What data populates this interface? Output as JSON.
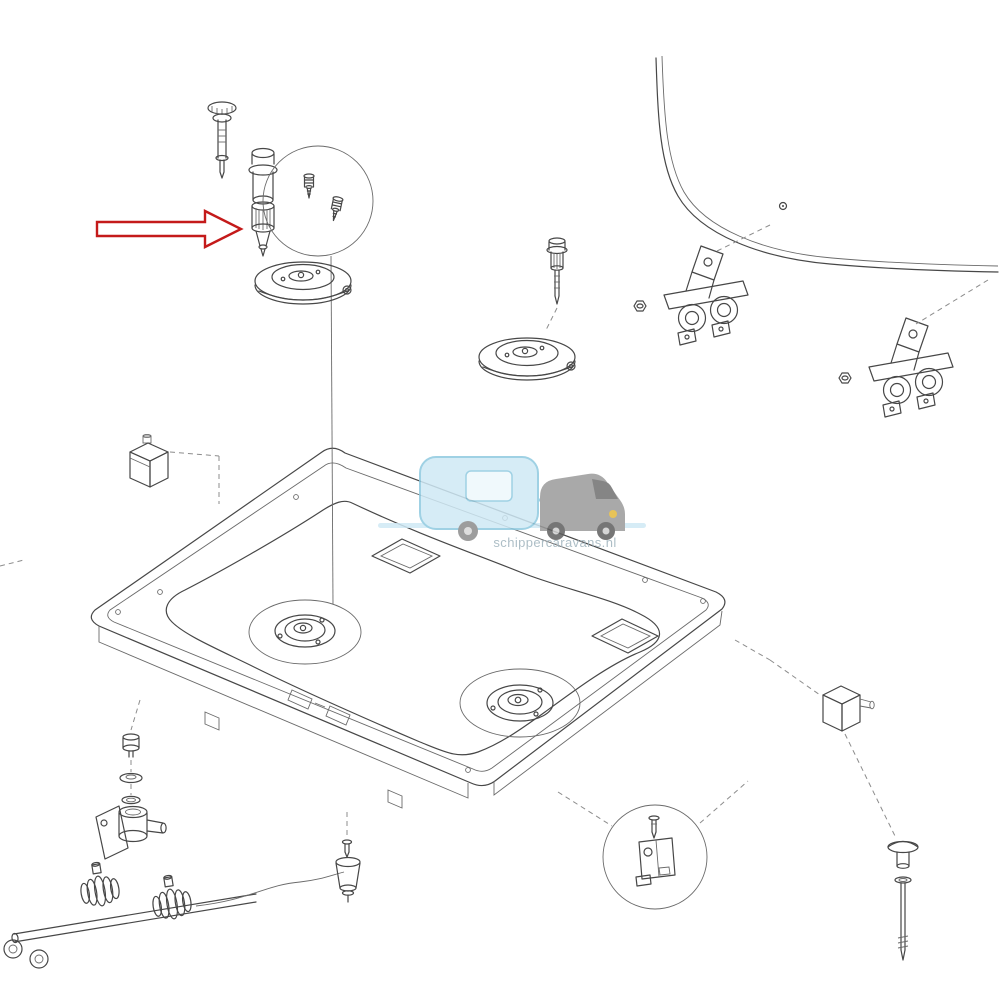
{
  "watermark": {
    "text": "schippercaravans.nl",
    "caravan_blue": "#cfe9f5",
    "caravan_outline": "#8fcae0",
    "van_gray": "#9b9b9b",
    "text_color": "#9fb3bd"
  },
  "arrow": {
    "color": "#c41a1a",
    "fill": "#ffffff",
    "direction": "right"
  },
  "colors": {
    "background": "#ffffff",
    "line": "#474747",
    "construction": "#8c8c8c"
  },
  "parts": [
    "burner-jet-stack-a",
    "burner-jet-stack-b",
    "jet-detail-circle",
    "burner-body-left",
    "burner-jet-middle",
    "burner-body-middle",
    "hob-pan",
    "worktop-corner-panel",
    "hinge-bracket-1",
    "hinge-bracket-2",
    "mount-box-left",
    "mount-box-right",
    "gas-manifold-pipe",
    "gas-tap-1",
    "gas-tap-2",
    "control-valve-assembly",
    "control-knob",
    "bracket-detail-circle",
    "pull-rod-assembly"
  ]
}
